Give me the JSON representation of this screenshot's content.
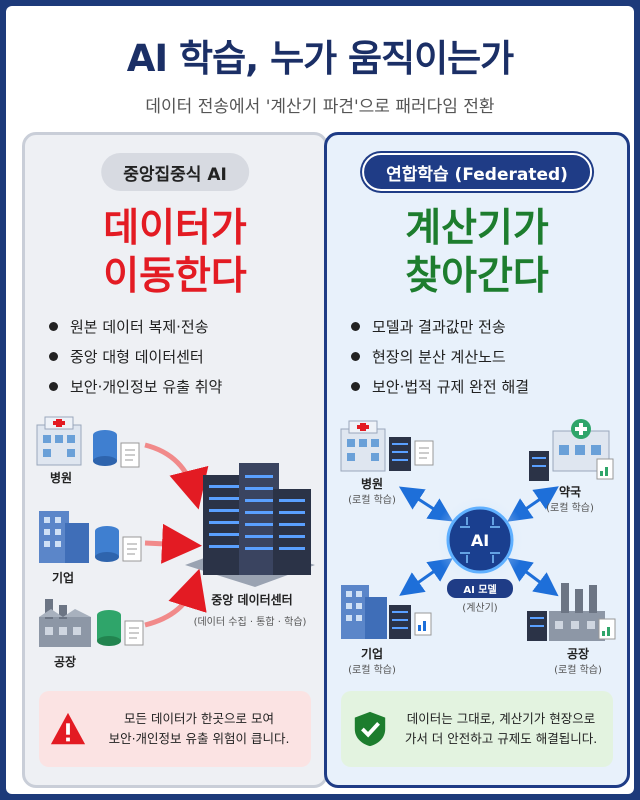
{
  "header": {
    "title": "AI 학습, 누가 움직이는가",
    "subtitle": "데이터 전송에서 '계산기 파견'으로 패러다임 전환"
  },
  "left": {
    "tag": "중앙집중식 AI",
    "headline_line1": "데이터가",
    "headline_line2": "이동한다",
    "bullets": [
      "원본 데이터 복제·전송",
      "중앙 대형 데이터센터",
      "보안·개인정보 유출 취약"
    ],
    "sources": {
      "hospital": "병원",
      "company": "기업",
      "factory": "공장"
    },
    "center_label": "중앙 데이터센터",
    "center_sub": "(데이터 수집 · 통합 · 학습)",
    "callout_line1": "모든 데이터가 한곳으로 모여",
    "callout_line2": "보안·개인정보 유출 위험이 큽니다."
  },
  "right": {
    "tag": "연합학습 (Federated)",
    "headline_line1": "계산기가",
    "headline_line2": "찾아간다",
    "bullets": [
      "모델과 결과값만 전송",
      "현장의 분산 계산노드",
      "보안·법적 규제 완전 해결"
    ],
    "nodes": {
      "hospital": "병원",
      "hospital_sub": "(로컬 학습)",
      "pharmacy": "약국",
      "pharmacy_sub": "(로컬 학습)",
      "company": "기업",
      "company_sub": "(로컬 학습)",
      "factory": "공장",
      "factory_sub": "(로컬 학습)"
    },
    "ai_text": "AI",
    "ai_label": "AI 모델",
    "ai_sub": "(계산기)",
    "callout_line1": "데이터는 그대로, 계산기가 현장으로",
    "callout_line2": "가서 더 안전하고 규제도 해결됩니다."
  },
  "colors": {
    "navy": "#1f3c86",
    "red": "#e31b23",
    "green": "#1d7d2e"
  }
}
